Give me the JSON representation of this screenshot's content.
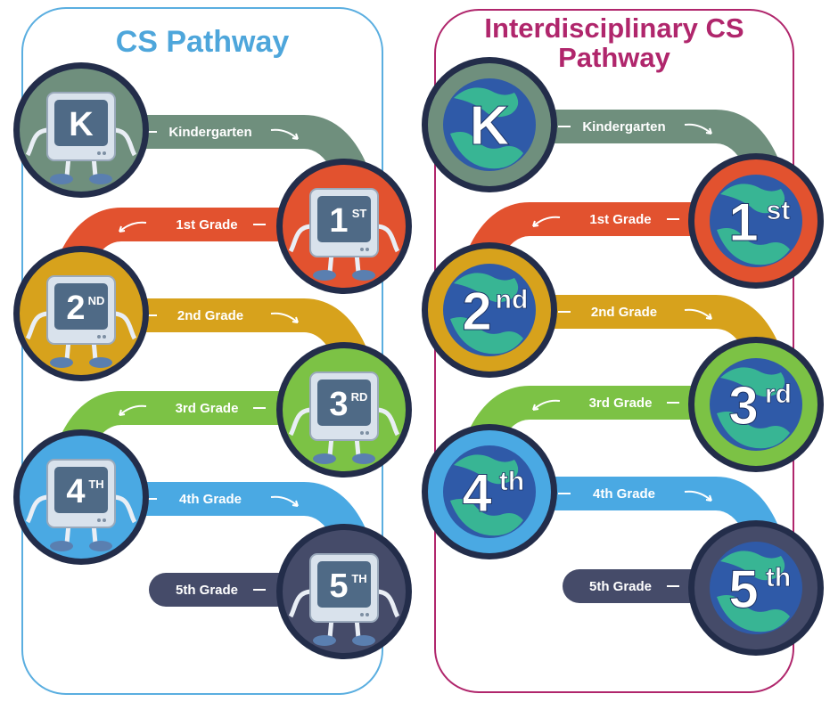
{
  "left": {
    "title": "CS Pathway",
    "grades": [
      {
        "label": "Kindergarten",
        "badge": "K",
        "sup": ""
      },
      {
        "label": "1st Grade",
        "badge": "1",
        "sup": "ST"
      },
      {
        "label": "2nd Grade",
        "badge": "2",
        "sup": "ND"
      },
      {
        "label": "3rd Grade",
        "badge": "3",
        "sup": "RD"
      },
      {
        "label": "4th Grade",
        "badge": "4",
        "sup": "TH"
      },
      {
        "label": "5th Grade",
        "badge": "5",
        "sup": "TH"
      }
    ]
  },
  "right": {
    "title": "Interdisciplinary CS Pathway",
    "grades": [
      {
        "label": "Kindergarten",
        "badge": "K",
        "sup": ""
      },
      {
        "label": "1st Grade",
        "badge": "1",
        "sup": "st"
      },
      {
        "label": "2nd Grade",
        "badge": "2",
        "sup": "nd"
      },
      {
        "label": "3rd Grade",
        "badge": "3",
        "sup": "rd"
      },
      {
        "label": "4th Grade",
        "badge": "4",
        "sup": "th"
      },
      {
        "label": "5th Grade",
        "badge": "5",
        "sup": "th"
      }
    ]
  },
  "colors": {
    "kindergarten": "#6f8f7d",
    "grade1": "#e2522f",
    "grade2": "#d7a21c",
    "grade3": "#7cc245",
    "grade4": "#4aa9e3",
    "grade5": "#454b69",
    "badge_ring": "#232d4a",
    "left_border": "#5aaee0",
    "right_border": "#b0266c"
  },
  "icons": {
    "left_badge": "computer-mascot-icon",
    "right_badge": "globe-icon",
    "label_arrow": "curved-arrow-icon"
  }
}
